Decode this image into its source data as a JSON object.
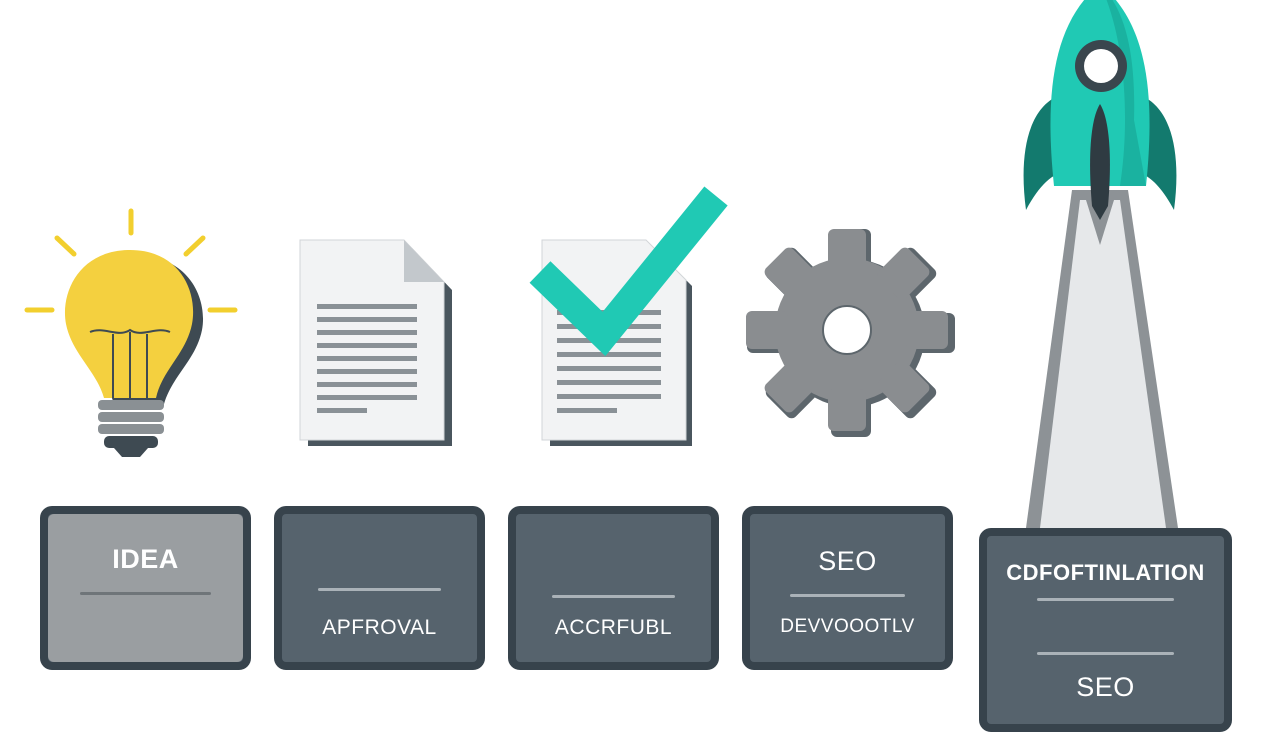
{
  "stages": [
    {
      "id": "idea",
      "title": "IDEA",
      "subtitle": "",
      "icon": "lightbulb-icon"
    },
    {
      "id": "approval",
      "title": "",
      "subtitle": "APFROVAL",
      "icon": "document-icon",
      "badge": "checkmark-icon"
    },
    {
      "id": "checked",
      "title": "",
      "subtitle": "ACCRFUBL",
      "icon": "checked-document-icon"
    },
    {
      "id": "seo",
      "title": "SEO",
      "subtitle": "DEVVOOOTLV",
      "icon": "gear-icon"
    },
    {
      "id": "launch",
      "title": "CDFOFTINLATION",
      "subtitle": "SEO",
      "icon": "rocket-icon"
    }
  ],
  "colors": {
    "teal": "#20c9b4",
    "card_dark": "#37434c",
    "card_fill": "#56636d",
    "bulb_yellow": "#f4d03f",
    "gear_gray": "#8a8d90"
  }
}
